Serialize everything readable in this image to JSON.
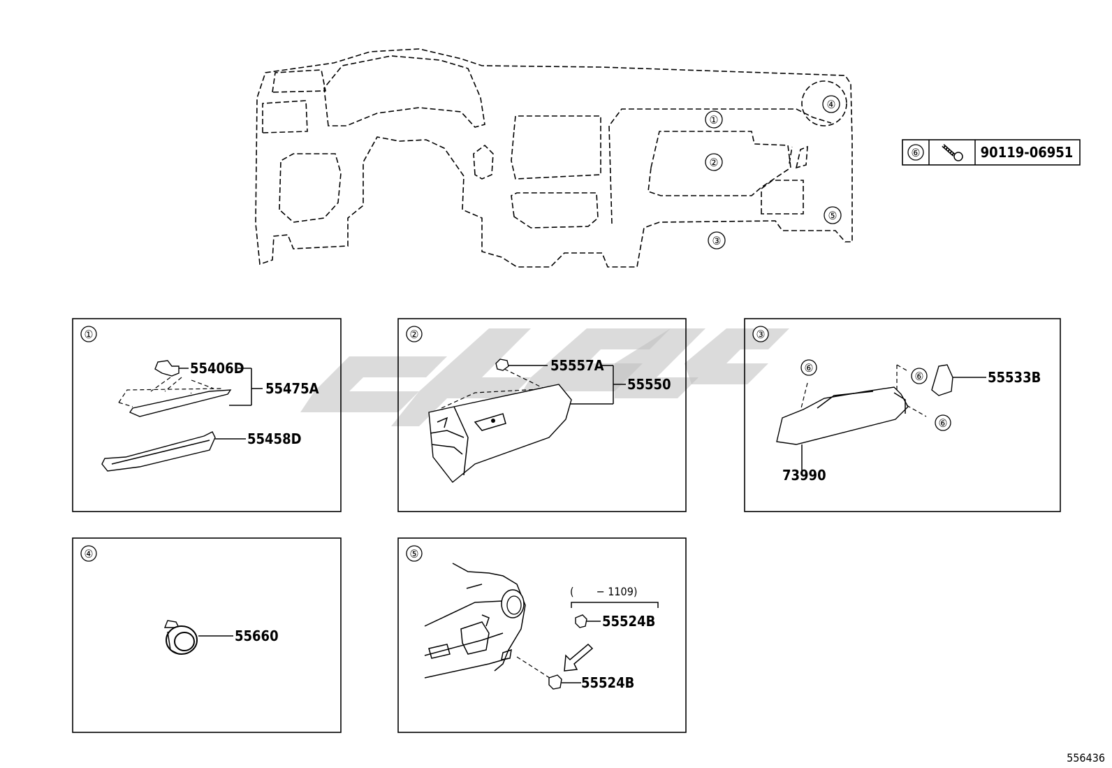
{
  "overview": {
    "callouts": [
      "①",
      "②",
      "③",
      "④",
      "⑤"
    ]
  },
  "legend": {
    "ref": "⑥",
    "part_number": "90119-06951",
    "icon": "bolt-icon"
  },
  "panels": [
    {
      "ref": "①",
      "parts": [
        "55406D",
        "55475A",
        "55458D"
      ]
    },
    {
      "ref": "②",
      "parts": [
        "55557A",
        "55550"
      ]
    },
    {
      "ref": "③",
      "parts": [
        "55533B",
        "73990"
      ],
      "fastener_refs": [
        "⑥",
        "⑥",
        "⑥"
      ]
    },
    {
      "ref": "④",
      "parts": [
        "55660"
      ]
    },
    {
      "ref": "⑤",
      "parts": [
        "55524B",
        "55524B"
      ],
      "range_note": "(       − 1109)"
    }
  ],
  "watermark": "cusoc",
  "figure_id": "556436"
}
